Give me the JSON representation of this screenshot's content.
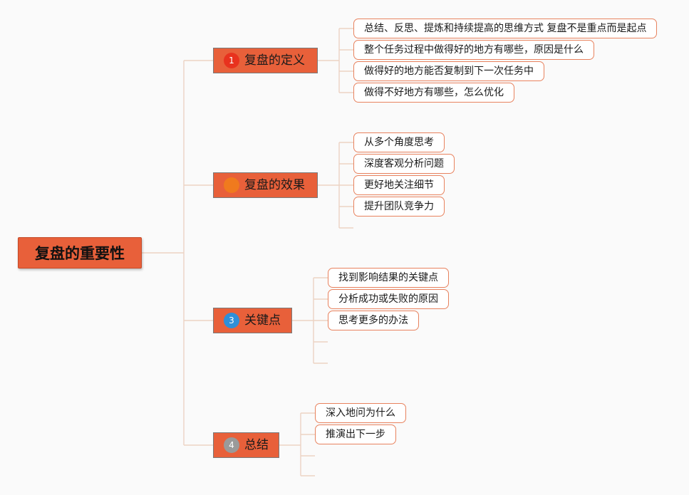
{
  "mindmap": {
    "root": "复盘的重要性",
    "branches": [
      {
        "badge": "1",
        "badge_color": "#e8321e",
        "title": "复盘的定义",
        "items": [
          "总结、反思、提炼和持续提高的思维方式 复盘不是重点而是起点",
          "整个任务过程中做得好的地方有哪些，原因是什么",
          "做得好的地方能否复制到下一次任务中",
          "做得不好地方有哪些，怎么优化"
        ]
      },
      {
        "badge": "",
        "badge_color": "#f07a1e",
        "title": "复盘的效果",
        "items": [
          "从多个角度思考",
          "深度客观分析问题",
          "更好地关注细节",
          "提升团队竞争力"
        ]
      },
      {
        "badge": "3",
        "badge_color": "#2f8fd8",
        "title": "关键点",
        "items": [
          "找到影响结果的关键点",
          "分析成功或失败的原因",
          "思考更多的办法"
        ]
      },
      {
        "badge": "4",
        "badge_color": "#9a9a9a",
        "title": "总结",
        "items": [
          "深入地问为什么",
          "推演出下一步"
        ]
      }
    ],
    "colors": {
      "accent": "#e8603a",
      "connector": "#ecd3c3",
      "leaf_border": "#e8825e"
    }
  }
}
